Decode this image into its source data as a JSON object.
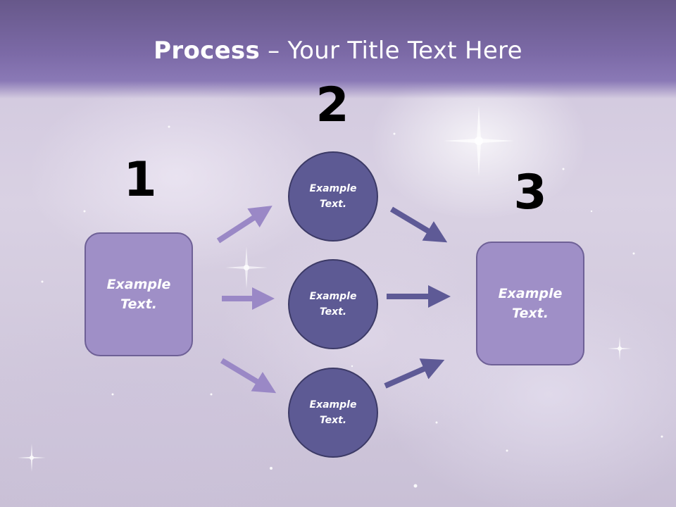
{
  "slide": {
    "title_strong": "Process",
    "title_rest": " – Your Title Text Here"
  },
  "steps": [
    {
      "number": "1"
    },
    {
      "number": "2"
    },
    {
      "number": "3"
    }
  ],
  "left_box": {
    "text": "Example\nText."
  },
  "right_box": {
    "text": "Example\nText."
  },
  "circles": [
    {
      "text": "Example\nText."
    },
    {
      "text": "Example\nText."
    },
    {
      "text": "Example\nText."
    }
  ],
  "colors": {
    "title_band": "#7c6aa7",
    "box_fill": "#9f8fc7",
    "circle_fill": "#5d5a94",
    "arrow_light": "#9a88c6",
    "arrow_dark": "#5e5a96"
  }
}
